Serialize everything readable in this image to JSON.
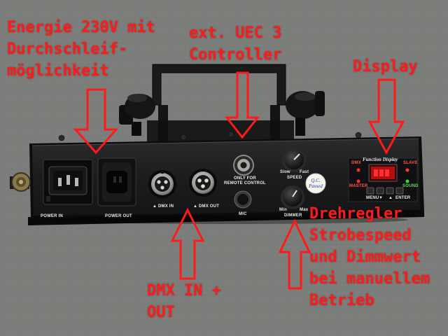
{
  "scene": {
    "description_colors": {
      "ground": "#7b7f7a",
      "panel": "#1c1d1f",
      "annotation": "#ff1a1a",
      "display_led": "#ff2020"
    }
  },
  "annotations": {
    "power": "Energie 230V mit\nDurchschleif-\nmöglichkeit",
    "controller": "ext. UEC 3\nController",
    "display": "Display",
    "knobs": "Drehregler\nStrobespeed\nund Dimmwert\nbei manuellem\nBetrieb",
    "dmx": "DMX IN +\nOUT"
  },
  "panel_labels": {
    "power_in": "POWER IN",
    "power_out": "POWER OUT",
    "dmx_in": "▲ DMX IN",
    "dmx_out": "▲ DMX OUT",
    "remote_line1": "ONLY FOR",
    "remote_line2": "REMOTE CONTROL",
    "mic": "MIC",
    "speed": "SPEED",
    "slow": "Slow",
    "fast": "Fast",
    "dimmer": "DIMMER",
    "min": "Min",
    "max": "Max",
    "function_display": "Function Display",
    "dmx_led": "DMX",
    "master_led": "MASTER",
    "slave_led": "SLAVE",
    "sound_led": "SOUND",
    "menu": "MENU",
    "down": "▼",
    "up": "▲",
    "enter": "ENTER",
    "sticker_line1": "Q.C.",
    "sticker_line2": "Passed"
  }
}
